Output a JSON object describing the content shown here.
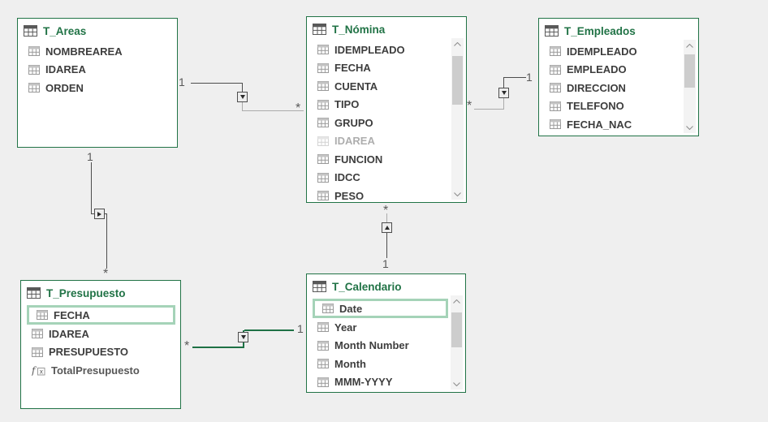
{
  "diagram": {
    "tables": [
      {
        "title": "T_Areas",
        "fields": [
          {
            "name": "NOMBREAREA"
          },
          {
            "name": "IDAREA"
          },
          {
            "name": "ORDEN"
          }
        ]
      },
      {
        "title": "T_Nómina",
        "fields": [
          {
            "name": "IDEMPLEADO"
          },
          {
            "name": "FECHA"
          },
          {
            "name": "CUENTA"
          },
          {
            "name": "TIPO"
          },
          {
            "name": "GRUPO"
          },
          {
            "name": "IDAREA",
            "state": "inactive"
          },
          {
            "name": "FUNCION"
          },
          {
            "name": "IDCC"
          },
          {
            "name": "PESO"
          }
        ]
      },
      {
        "title": "T_Empleados",
        "fields": [
          {
            "name": "IDEMPLEADO"
          },
          {
            "name": "EMPLEADO"
          },
          {
            "name": "DIRECCION"
          },
          {
            "name": "TELEFONO"
          },
          {
            "name": "FECHA_NAC"
          }
        ]
      },
      {
        "title": "T_Presupuesto",
        "fields": [
          {
            "name": "FECHA",
            "state": "highlighted"
          },
          {
            "name": "IDAREA"
          },
          {
            "name": "PRESUPUESTO"
          },
          {
            "name": "TotalPresupuesto",
            "kind": "measure"
          }
        ]
      },
      {
        "title": "T_Calendario",
        "fields": [
          {
            "name": "Date",
            "state": "highlighted"
          },
          {
            "name": "Year"
          },
          {
            "name": "Month Number"
          },
          {
            "name": "Month"
          },
          {
            "name": "MMM-YYYY"
          }
        ]
      }
    ],
    "relationships": [
      {
        "name": "areas-nomina",
        "one_label": "1",
        "many_label": "*"
      },
      {
        "name": "empleados-nomina",
        "one_label": "1",
        "many_label": "*"
      },
      {
        "name": "areas-presupuesto",
        "one_label": "1",
        "many_label": "*"
      },
      {
        "name": "calendario-nomina",
        "one_label": "1",
        "many_label": "*"
      },
      {
        "name": "calendario-presupuesto",
        "one_label": "1",
        "many_label": "*",
        "selected": true
      }
    ],
    "colors": {
      "table_accent": "#217346",
      "selected_relationship": "#1e7145",
      "field_highlight_border": "#a5d3b8"
    }
  }
}
